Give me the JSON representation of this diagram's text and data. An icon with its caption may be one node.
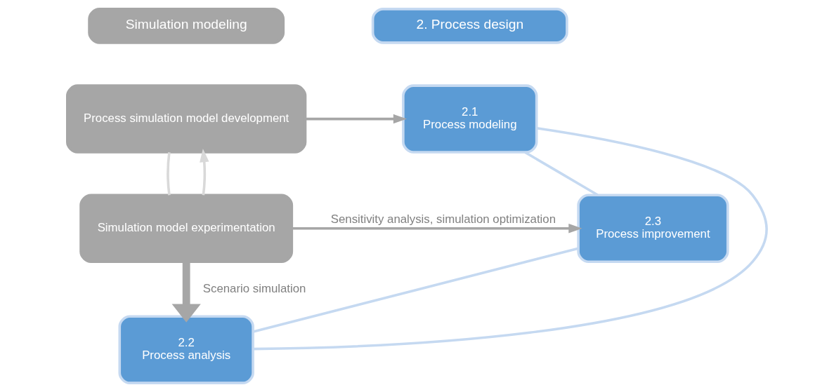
{
  "diagram": {
    "nodes": [
      {
        "text": [
          "Simulation modeling"
        ]
      },
      {
        "text": [
          "2. Process design"
        ]
      },
      {
        "text": [
          "Process simulation model development"
        ]
      },
      {
        "text": [
          "Simulation model experimentation"
        ]
      },
      {
        "text": [
          "2.1",
          "Process modeling"
        ]
      },
      {
        "text": [
          "2.3",
          "Process improvement"
        ]
      },
      {
        "text": [
          "2.2",
          "Process analysis"
        ]
      }
    ],
    "edges": [
      {
        "from": 2,
        "to": 4,
        "arrow": "to"
      },
      {
        "from": 3,
        "to": 5,
        "arrow": "to",
        "label": "Sensitivity analysis, simulation optimization"
      },
      {
        "from": 3,
        "to": 6,
        "arrow": "to",
        "label": "Scenario simulation",
        "style": "thick"
      },
      {
        "from": 2,
        "to": 3,
        "arrow": "none",
        "color": "#d9d9d9"
      },
      {
        "from": 3,
        "to": 2,
        "arrow": "to",
        "color": "#d9d9d9"
      },
      {
        "from": 4,
        "to": 6,
        "arrow": "none",
        "color": "#c5d9f1"
      },
      {
        "from": 6,
        "to": 5,
        "arrow": "none",
        "color": "#c5d9f1"
      },
      {
        "from": 5,
        "to": 4,
        "arrow": "none",
        "color": "#c5d9f1"
      }
    ]
  }
}
